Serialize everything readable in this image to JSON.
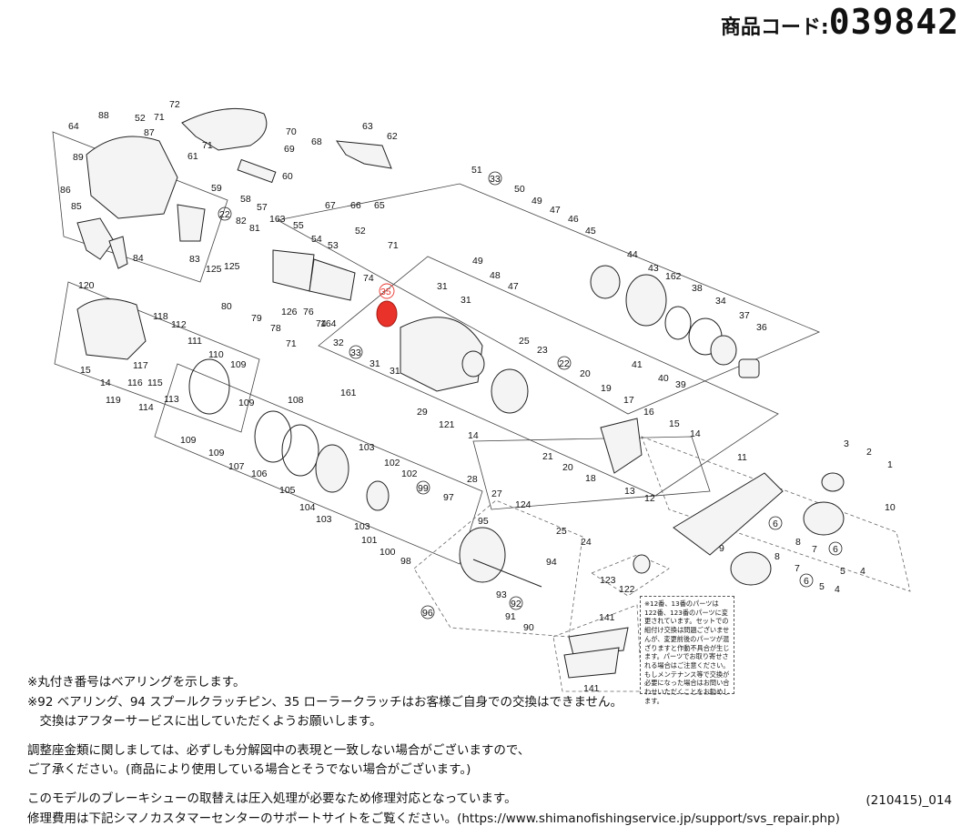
{
  "header": {
    "label": "商品コード:",
    "code": "039842"
  },
  "colors": {
    "highlight": "#e8322a",
    "line": "#222222",
    "dash": "#666666"
  },
  "labels": {
    "p72": "72",
    "p88": "88",
    "p52a": "52",
    "p71a": "71",
    "p70": "70",
    "p64": "64",
    "p87": "87",
    "p71b": "71",
    "p63": "63",
    "p62": "62",
    "p69": "69",
    "p68": "68",
    "p89": "89",
    "p61": "61",
    "p60": "60",
    "p86": "86",
    "p59": "59",
    "p58": "58",
    "p57": "57",
    "p67": "67",
    "p66": "66",
    "p65": "65",
    "p51": "51",
    "p33a": "33",
    "p50": "50",
    "p49a": "49",
    "p47a": "47",
    "p46": "46",
    "p45": "45",
    "p163": "163",
    "p55": "55",
    "p52b": "52",
    "p22a": "22",
    "p82": "82",
    "p81": "81",
    "p54": "54",
    "p53": "53",
    "p85": "85",
    "p83": "83",
    "p125a": "125",
    "p125b": "125",
    "p84": "84",
    "p71c": "71",
    "p49b": "49",
    "p48": "48",
    "p44": "44",
    "p74a": "74",
    "p43": "43",
    "p47b": "47",
    "p162": "162",
    "p80": "80",
    "p35": "35",
    "p31a": "31",
    "p31b": "31",
    "p38": "38",
    "p126": "126",
    "p76": "76",
    "p74b": "74",
    "p79": "79",
    "p78": "78",
    "p71d": "71",
    "p34": "34",
    "p37": "37",
    "p120": "120",
    "p164": "164",
    "p36": "36",
    "p118": "118",
    "p112": "112",
    "p111": "111",
    "p32": "32",
    "p33b": "33",
    "p25a": "25",
    "p23": "23",
    "p41": "41",
    "p40": "40",
    "p39": "39",
    "p15a": "15",
    "p117": "117",
    "p116": "116",
    "p115": "115",
    "p110": "110",
    "p31c": "31",
    "p31d": "31",
    "p14a": "14",
    "p119": "119",
    "p114": "114",
    "p113": "113",
    "p109a": "109",
    "p109b": "109",
    "p108": "108",
    "p161": "161",
    "p22b": "22",
    "p20a": "20",
    "p19": "19",
    "p17": "17",
    "p29": "29",
    "p121": "121",
    "p16": "16",
    "p15b": "15",
    "p14b": "14",
    "p109c": "109",
    "p109d": "109",
    "p107": "107",
    "p103a": "103",
    "p102a": "102",
    "p21": "21",
    "p20b": "20",
    "p18": "18",
    "p3": "3",
    "p2": "2",
    "p1": "1",
    "p11": "11",
    "p106": "106",
    "p105": "105",
    "p28": "28",
    "p27": "27",
    "p102b": "102",
    "p99": "99",
    "p97": "97",
    "p13": "13",
    "p12": "12",
    "p10": "10",
    "p104": "104",
    "p103b": "103",
    "p103c": "103",
    "p124": "124",
    "p25b": "25",
    "p24": "24",
    "p101": "101",
    "p100": "100",
    "p98": "98",
    "p95": "95",
    "p6a": "6",
    "p8a": "8",
    "p7a": "7",
    "p6b": "6",
    "p5a": "5",
    "p4a": "4",
    "p9": "9",
    "p94": "94",
    "p123": "123",
    "p122": "122",
    "p8b": "8",
    "p7b": "7",
    "p6c": "6",
    "p5b": "5",
    "p4b": "4",
    "p93": "93",
    "p92": "92",
    "p91": "91",
    "p90": "90",
    "p96": "96",
    "p141a": "141",
    "p141b": "141"
  },
  "box_note": "※12番、13番のパーツは122番、123番のパーツに変更されています。セットでの組付け交換は問題ございませんが、変更前後のパーツが混ざりますと作動不具合が生じます。パーツでお取り寄せされる場合はご注意ください。もしメンテナンス等で交換が必要になった場合はお問い合わせいただくことをお勧めします。",
  "notes": {
    "n1": "※丸付き番号はベアリングを示します。",
    "n2": "※92 ベアリング、94 スプールクラッチピン、35 ローラークラッチはお客様ご自身での交換はできません。",
    "n3": "　交換はアフターサービスに出していただくようお願いします。",
    "n4": "調整座金類に関しましては、必ずしも分解図中の表現と一致しない場合がございますので、",
    "n5": "ご了承ください。(商品により使用している場合とそうでない場合がございます。)",
    "n6": "このモデルのブレーキシューの取替えは圧入処理が必要なため修理対応となっています。",
    "n7": "修理費用は下記シマノカスタマーセンターのサポートサイトをご覧ください。(https://www.shimanofishingservice.jp/support/svs_repair.php)"
  },
  "ref": "(210415)_014"
}
